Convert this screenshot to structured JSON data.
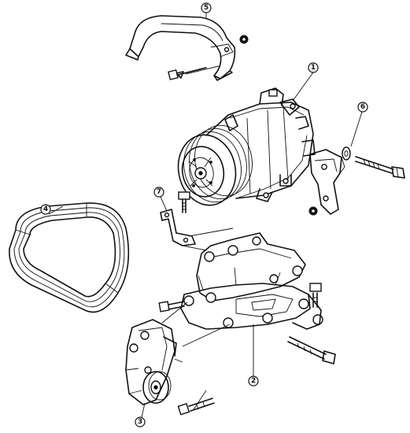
{
  "callouts": [
    {
      "id": "1",
      "label": "1"
    },
    {
      "id": "2",
      "label": "2"
    },
    {
      "id": "3",
      "label": "3"
    },
    {
      "id": "4",
      "label": "4"
    },
    {
      "id": "5",
      "label": "5"
    },
    {
      "id": "6",
      "label": "6"
    },
    {
      "id": "7",
      "label": "7"
    }
  ],
  "colors": {
    "ink": "#111111",
    "background": "#ffffff"
  },
  "style": "black-and-white exploded-view line art",
  "parts_shown": [
    "compressor",
    "mounting-bracket",
    "idler-pulley-assembly",
    "drive-belt",
    "belt-cover-guard",
    "spacer-collar",
    "wire-clip-bracket"
  ]
}
